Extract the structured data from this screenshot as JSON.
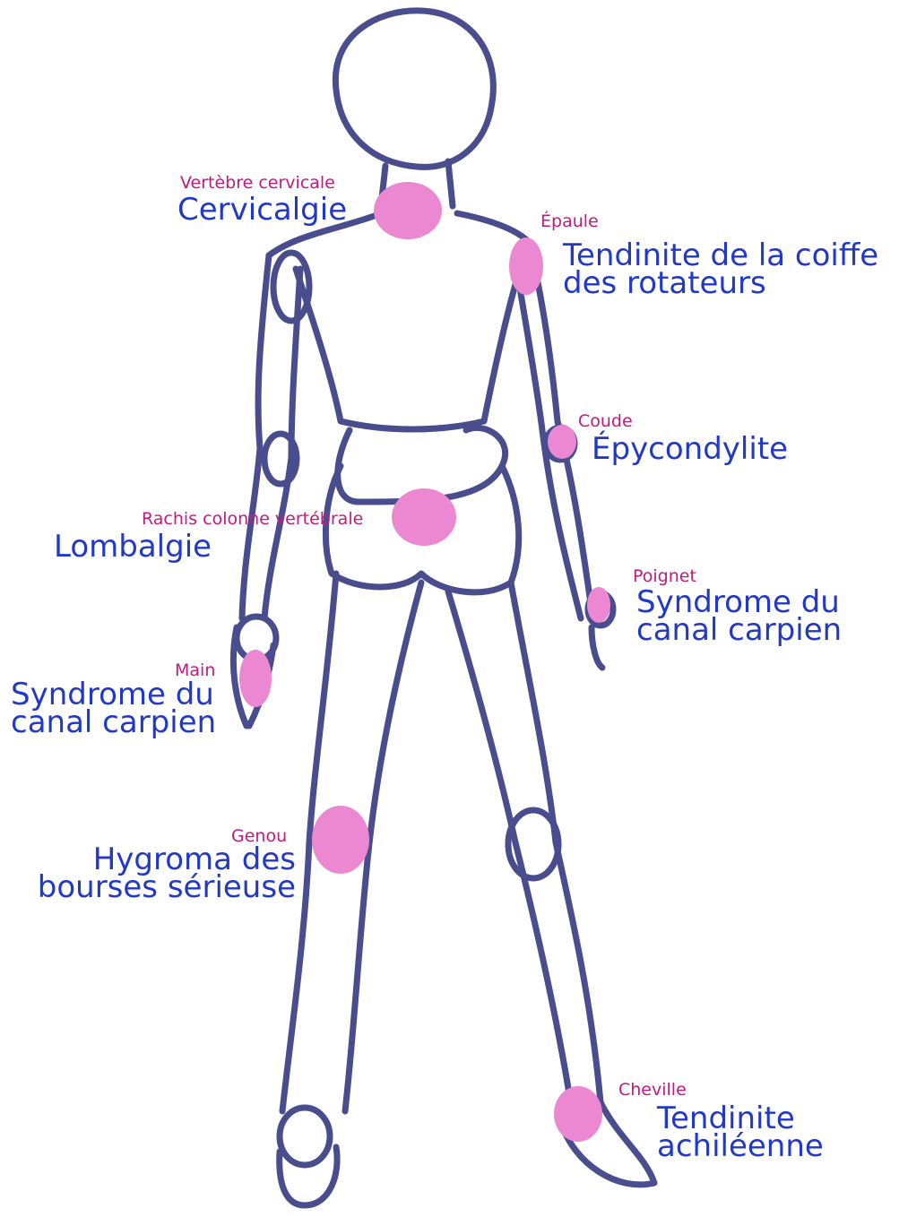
{
  "colors": {
    "sketch_stroke": "#2b2f7a",
    "highlight": "#ec88d2",
    "body_part_text": "#c21a7e",
    "condition_text": "#2239c7",
    "background": "#ffffff"
  },
  "labels": {
    "neck": {
      "body_part": "Vertèbre cervicale",
      "condition": [
        "Cervicalgie"
      ]
    },
    "shoulder": {
      "body_part": "Épaule",
      "condition": [
        "Tendinite de la coiffe",
        "des rotateurs"
      ]
    },
    "elbow": {
      "body_part": "Coude",
      "condition": [
        "Épycondylite"
      ]
    },
    "spine": {
      "body_part": "Rachis colonne vertébrale",
      "condition": [
        "Lombalgie"
      ]
    },
    "wrist": {
      "body_part": "Poignet",
      "condition": [
        "Syndrome du",
        "canal carpien"
      ]
    },
    "hand": {
      "body_part": "Main",
      "condition": [
        "Syndrome du",
        "canal carpien"
      ]
    },
    "knee": {
      "body_part": "Genou",
      "condition": [
        "Hygroma des",
        "bourses sérieuse"
      ]
    },
    "ankle": {
      "body_part": "Cheville",
      "condition": [
        "Tendinite",
        "achiléenne"
      ]
    }
  }
}
